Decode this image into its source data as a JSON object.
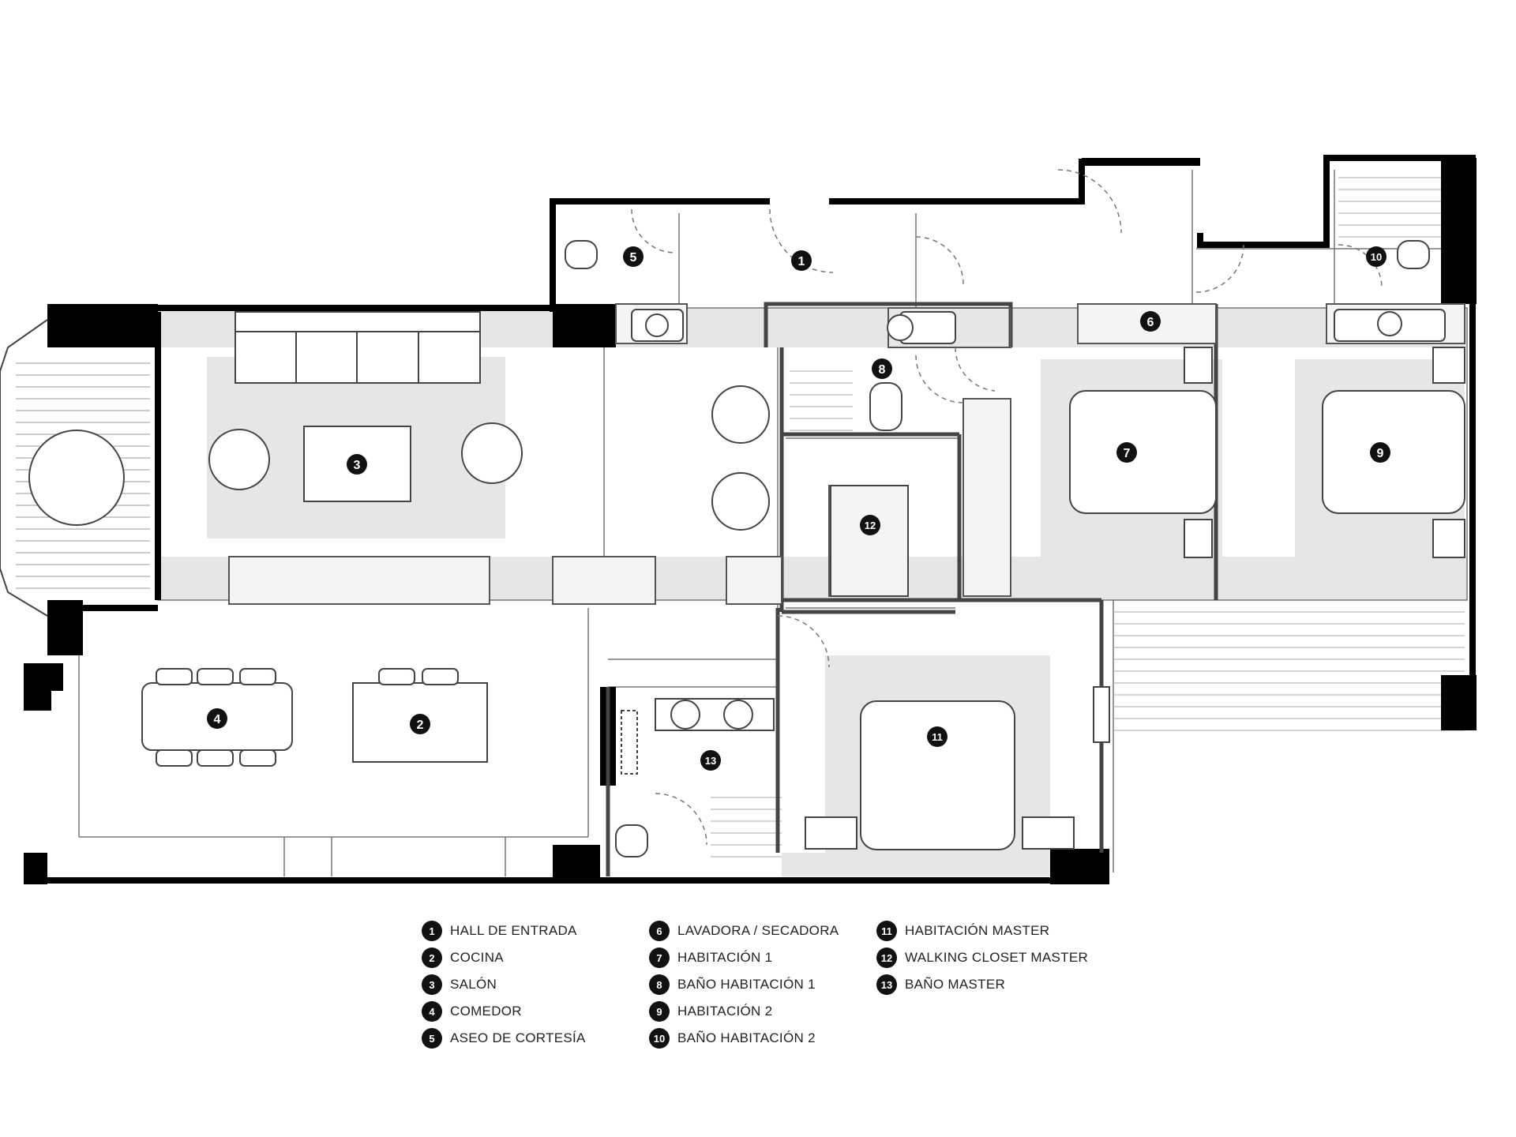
{
  "colors": {
    "wall": "#000000",
    "zone": "#e5e5e5",
    "line": "#555555",
    "marker": "#111111"
  },
  "rooms": [
    {
      "num": "1",
      "name": "HALL DE ENTRADA"
    },
    {
      "num": "2",
      "name": "COCINA"
    },
    {
      "num": "3",
      "name": "SALÓN"
    },
    {
      "num": "4",
      "name": "COMEDOR"
    },
    {
      "num": "5",
      "name": "ASEO DE CORTESÍA"
    },
    {
      "num": "6",
      "name": "LAVADORA / SECADORA"
    },
    {
      "num": "7",
      "name": "HABITACIÓN 1"
    },
    {
      "num": "8",
      "name": "BAÑO HABITACIÓN 1"
    },
    {
      "num": "9",
      "name": "HABITACIÓN 2"
    },
    {
      "num": "10",
      "name": "BAÑO HABITACIÓN 2"
    },
    {
      "num": "11",
      "name": "HABITACIÓN MASTER"
    },
    {
      "num": "12",
      "name": "WALKING CLOSET MASTER"
    },
    {
      "num": "13",
      "name": "BAÑO MASTER"
    }
  ]
}
